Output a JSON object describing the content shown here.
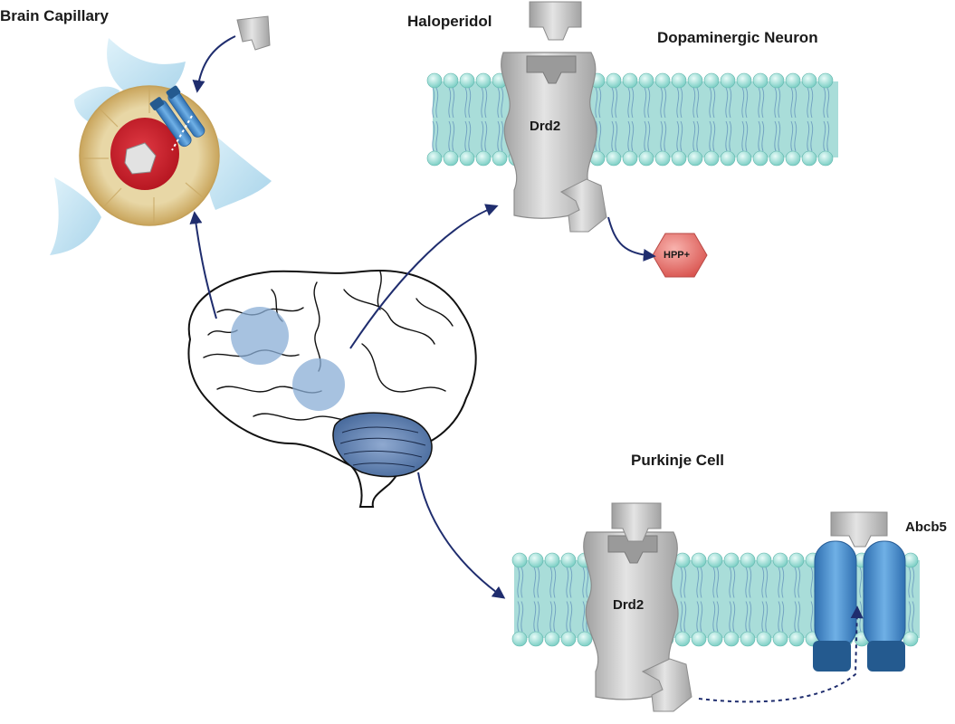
{
  "labels": {
    "brain_capillary": "Brain Capillary",
    "haloperidol": "Haloperidol",
    "dopaminergic_neuron": "Dopaminergic Neuron",
    "drd2_top": "Drd2",
    "hpp_plus": "HPP+",
    "purkinje_cell": "Purkinje Cell",
    "drd2_bottom": "Drd2",
    "abcb5": "Abcb5"
  },
  "colors": {
    "arrow": "#1f2d6e",
    "membrane_fill": "#a9ddd9",
    "membrane_bead": "#9fd9d2",
    "membrane_tail": "#6f9fc0",
    "receptor_gray": "#b9b9b9",
    "transporter_blue": "#4d8fcc",
    "transporter_dark": "#245a8f",
    "hpp_red": "#e4726e",
    "capillary_outer": "#e3c98c",
    "capillary_inner": "#cc2030",
    "astrocyte": "#c8e6f2",
    "brain_region": "#8aaed6"
  }
}
